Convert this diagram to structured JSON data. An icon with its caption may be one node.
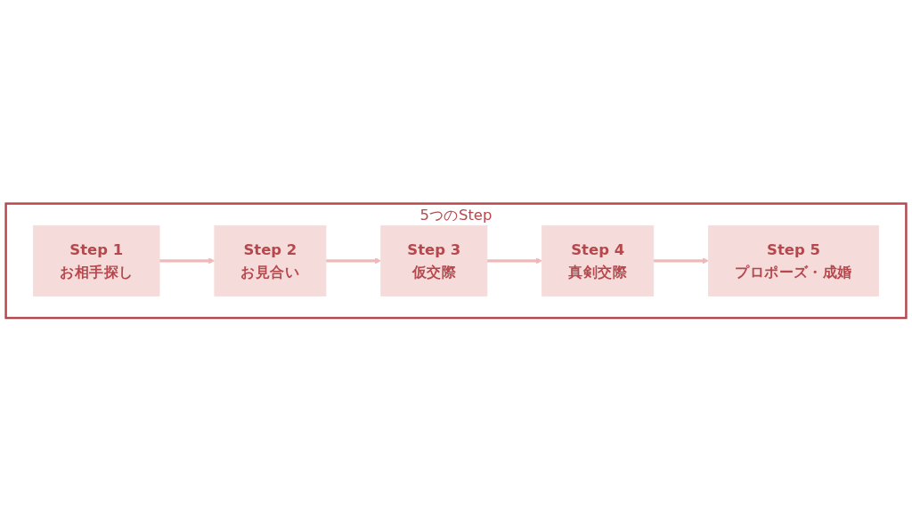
{
  "diagram": {
    "nodes": [
      {
        "text": [
          "5つのStep"
        ]
      },
      {
        "text": [
          "Step 1",
          "お相手探し"
        ],
        "in": 0
      },
      {
        "text": [
          "Step 2",
          "お見合い"
        ],
        "in": 0
      },
      {
        "text": [
          "Step 3",
          "仮交際"
        ],
        "in": 0
      },
      {
        "text": [
          "Step 4",
          "真剣交際"
        ],
        "in": 0
      },
      {
        "text": [
          "Step 5",
          "プロポーズ・成婚"
        ],
        "in": 0
      }
    ],
    "edges": [
      {
        "from": 1,
        "to": 2,
        "arrow": "to"
      },
      {
        "from": 2,
        "to": 3,
        "arrow": "to"
      },
      {
        "from": 3,
        "to": 4,
        "arrow": "to"
      },
      {
        "from": 4,
        "to": 5,
        "arrow": "to"
      }
    ]
  }
}
